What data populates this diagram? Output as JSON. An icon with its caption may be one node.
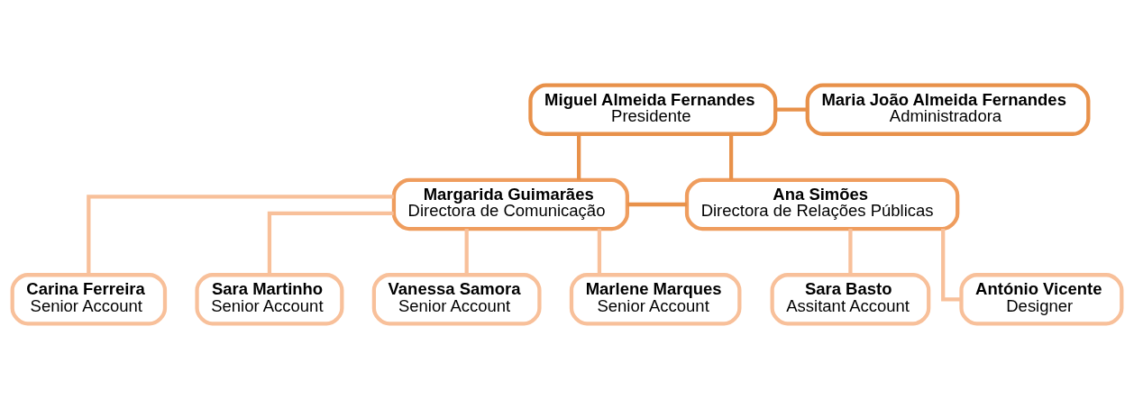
{
  "diagram": {
    "nodes": [
      {
        "text": [
          "Miguel Almeida Fernandes",
          "Presidente"
        ]
      },
      {
        "text": [
          "Maria João Almeida Fernandes",
          "Administradora"
        ]
      },
      {
        "text": [
          "Margarida Guimarães",
          "Directora de Comunicação"
        ]
      },
      {
        "text": [
          "Ana Simões",
          "Directora de Relações Públicas"
        ]
      },
      {
        "text": [
          "Carina Ferreira",
          "Senior Account"
        ]
      },
      {
        "text": [
          "Sara Martinho",
          "Senior Account"
        ]
      },
      {
        "text": [
          "Vanessa Samora",
          "Senior Account"
        ]
      },
      {
        "text": [
          "Marlene Marques",
          "Senior Account"
        ]
      },
      {
        "text": [
          "Sara Basto",
          "Assitant Account"
        ]
      },
      {
        "text": [
          "António Vicente",
          "Designer"
        ]
      }
    ],
    "edges": [
      {
        "from": 0,
        "to": 1,
        "arrow": "none",
        "color": "#e8914a"
      },
      {
        "from": 0,
        "to": 2,
        "arrow": "none",
        "color": "#e8914a"
      },
      {
        "from": 0,
        "to": 3,
        "arrow": "none",
        "color": "#e8914a"
      },
      {
        "from": 2,
        "to": 3,
        "arrow": "none",
        "color": "#e8914a"
      },
      {
        "from": 2,
        "to": 4,
        "arrow": "none"
      },
      {
        "from": 2,
        "to": 5,
        "arrow": "none"
      },
      {
        "from": 2,
        "to": 6,
        "arrow": "none"
      },
      {
        "from": 2,
        "to": 7,
        "arrow": "none"
      },
      {
        "from": 3,
        "to": 8,
        "arrow": "none"
      },
      {
        "from": 3,
        "to": 9,
        "arrow": "none"
      }
    ]
  }
}
